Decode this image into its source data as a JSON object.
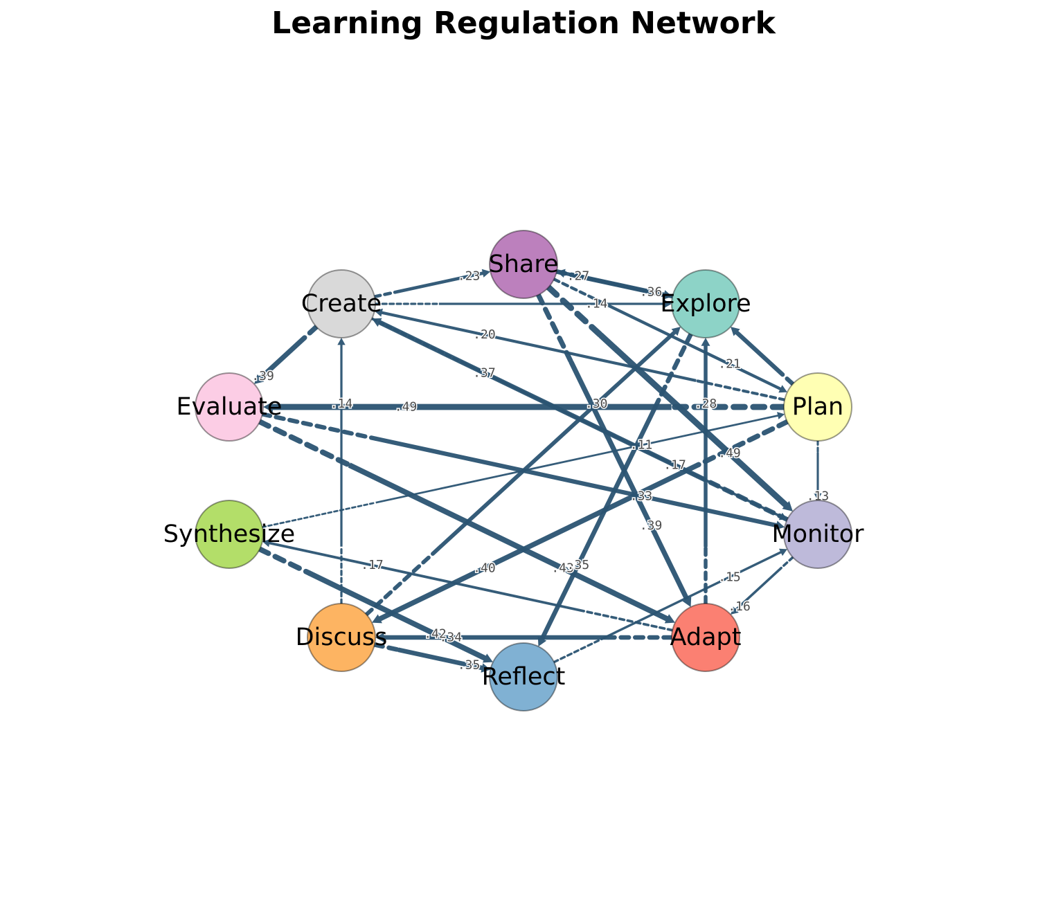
{
  "title": "Learning Regulation Network",
  "edge_color": "#2b5472",
  "nodes": [
    {
      "id": "Share",
      "label": "Share",
      "color": "#bc80bd"
    },
    {
      "id": "Explore",
      "label": "Explore",
      "color": "#8dd3c7"
    },
    {
      "id": "Plan",
      "label": "Plan",
      "color": "#ffffb3"
    },
    {
      "id": "Monitor",
      "label": "Monitor",
      "color": "#bebada"
    },
    {
      "id": "Adapt",
      "label": "Adapt",
      "color": "#fb8072"
    },
    {
      "id": "Reflect",
      "label": "Reflect",
      "color": "#80b1d3"
    },
    {
      "id": "Discuss",
      "label": "Discuss",
      "color": "#fdb462"
    },
    {
      "id": "Synthesize",
      "label": "Synthesize",
      "color": "#b3de69"
    },
    {
      "id": "Evaluate",
      "label": "Evaluate",
      "color": "#fccde5"
    },
    {
      "id": "Create",
      "label": "Create",
      "color": "#d9d9d9"
    }
  ],
  "edges": [
    {
      "from": "Create",
      "to": "Share",
      "weight": 0.23,
      "label": ".23"
    },
    {
      "from": "Explore",
      "to": "Share",
      "weight": 0.27,
      "label": ".27"
    },
    {
      "from": "Share",
      "to": "Explore",
      "weight": 0.36,
      "label": ".36"
    },
    {
      "from": "Create",
      "to": "Explore",
      "weight": 0.14,
      "label": ".14"
    },
    {
      "from": "Create",
      "to": "Evaluate",
      "weight": 0.39,
      "label": ".39"
    },
    {
      "from": "Discuss",
      "to": "Create",
      "weight": 0.14,
      "label": ".14"
    },
    {
      "from": "Plan",
      "to": "Create",
      "weight": 0.2,
      "label": ".20"
    },
    {
      "from": "Monitor",
      "to": "Create",
      "weight": 0.37,
      "label": ".37"
    },
    {
      "from": "Create",
      "to": "Monitor",
      "weight": 0.17,
      "label": ".17"
    },
    {
      "from": "Plan",
      "to": "Evaluate",
      "weight": 0.49,
      "label": ".49"
    },
    {
      "from": "Evaluate",
      "to": "Monitor",
      "weight": 0.33,
      "label": ".33"
    },
    {
      "from": "Evaluate",
      "to": "Adapt",
      "weight": 0.43,
      "label": ".43"
    },
    {
      "from": "Synthesize",
      "to": "Plan",
      "weight": 0.11,
      "label": ".11"
    },
    {
      "from": "Adapt",
      "to": "Synthesize",
      "weight": 0.17,
      "label": ".17"
    },
    {
      "from": "Synthesize",
      "to": "Reflect",
      "weight": 0.42,
      "label": ".42"
    },
    {
      "from": "Discuss",
      "to": "Reflect",
      "weight": 0.35,
      "label": ".35"
    },
    {
      "from": "Adapt",
      "to": "Discuss",
      "weight": 0.34,
      "label": ".34"
    },
    {
      "from": "Plan",
      "to": "Discuss",
      "weight": 0.4,
      "label": ".40"
    },
    {
      "from": "Discuss",
      "to": "Explore",
      "weight": 0.3,
      "label": ".30"
    },
    {
      "from": "Explore",
      "to": "Reflect",
      "weight": 0.35,
      "label": ".35"
    },
    {
      "from": "Share",
      "to": "Adapt",
      "weight": 0.39,
      "label": ".39"
    },
    {
      "from": "Adapt",
      "to": "Explore",
      "weight": 0.28,
      "label": ".28"
    },
    {
      "from": "Share",
      "to": "Monitor",
      "weight": 0.49,
      "label": ".49"
    },
    {
      "from": "Share",
      "to": "Plan",
      "weight": 0.21,
      "label": ".21"
    },
    {
      "from": "Plan",
      "to": "Explore",
      "weight": 0.33,
      "label": null
    },
    {
      "from": "Plan",
      "to": "Monitor",
      "weight": 0.13,
      "label": ".13"
    },
    {
      "from": "Monitor",
      "to": "Adapt",
      "weight": 0.16,
      "label": ".16"
    },
    {
      "from": "Reflect",
      "to": "Monitor",
      "weight": 0.15,
      "label": ".15"
    }
  ]
}
